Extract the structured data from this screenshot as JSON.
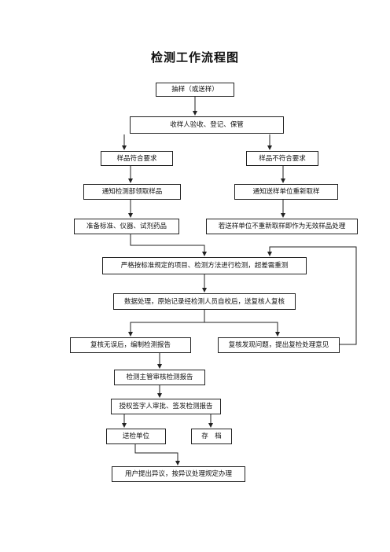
{
  "title": "检测工作流程图",
  "nodes": {
    "sampling": "抽样（或送样）",
    "receive": "收样人验收、登记、保管",
    "conforming": "样品符合要求",
    "nonconforming": "样品不符合要求",
    "notify_lab": "通知检测部领取样品",
    "notify_sender": "通知送样单位重新取样",
    "prepare": "准备标准、仪器、试剂药品",
    "invalid": "若送样单位不重新取样即作为无效样品处理",
    "test": "严格按标准规定的项目、检测方法进行检测，超差需重测",
    "data": "数据处理，原始记录经检测人员自校后，送复核人复核",
    "review_ok": "复核无误后，编制检测报告",
    "review_issue": "复核发现问题，提出复检处理意见",
    "supervisor": "检测主管审核检测报告",
    "approve": "授权签字人审批、签发检测报告",
    "send": "送检单位",
    "archive": "存　档",
    "objection": "用户提出异议，按异议处理规定办理"
  }
}
